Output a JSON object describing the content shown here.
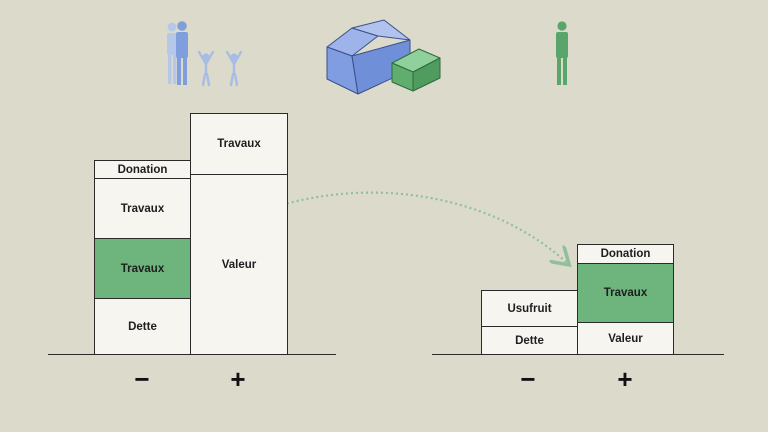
{
  "colors": {
    "background": "#dcdacb",
    "box_fill": "#f6f5f0",
    "highlight_fill": "#6db57c",
    "family_icon_color": "#8aa7dc",
    "single_person_icon_color": "#5aa56a",
    "house_blue": "#7d9be0",
    "extension_green": "#6ab879"
  },
  "icons": {
    "left": "family-icon",
    "center": "house-with-extension-icon",
    "right": "single-person-icon"
  },
  "left_group": {
    "minus_column": [
      "Donation",
      "Travaux",
      "Travaux",
      "Dette"
    ],
    "plus_column": [
      "Travaux",
      "Valeur"
    ],
    "minus_sign": "−",
    "plus_sign": "+"
  },
  "right_group": {
    "minus_column": [
      "Usufruit",
      "Dette"
    ],
    "plus_column": [
      "Donation",
      "Travaux",
      "Valeur"
    ],
    "minus_sign": "−",
    "plus_sign": "+"
  }
}
